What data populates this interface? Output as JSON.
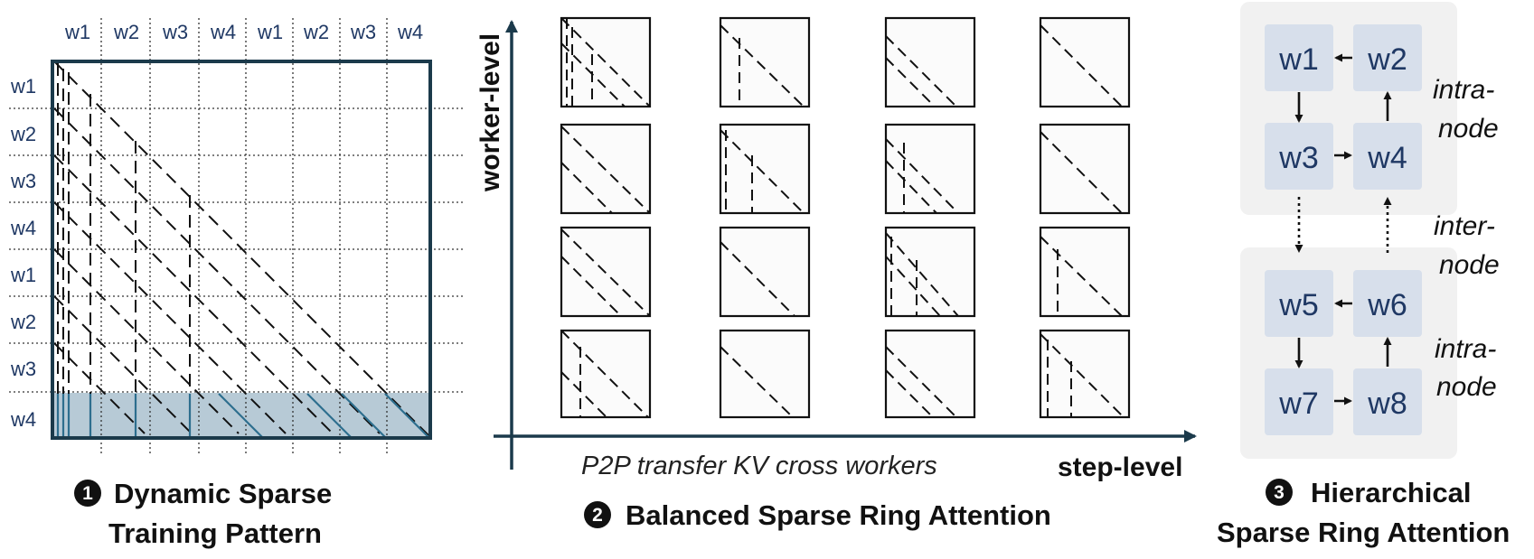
{
  "panel1": {
    "col_labels": [
      "w1",
      "w2",
      "w3",
      "w4",
      "w1",
      "w2",
      "w3",
      "w4"
    ],
    "row_labels": [
      "w1",
      "w2",
      "w3",
      "w4",
      "w1",
      "w2",
      "w3",
      "w4"
    ],
    "caption_num": "1",
    "caption_line1": "Dynamic Sparse",
    "caption_line2": "Training Pattern"
  },
  "panel2": {
    "y_axis_label": "worker-level",
    "x_axis_label": "step-level",
    "x_axis_note": "P2P transfer KV cross workers",
    "caption_num": "2",
    "caption": "Balanced Sparse Ring Attention"
  },
  "panel3": {
    "nodes": [
      "w1",
      "w2",
      "w3",
      "w4",
      "w5",
      "w6",
      "w7",
      "w8"
    ],
    "label_intra_top": [
      "intra-",
      "node"
    ],
    "label_inter": [
      "inter-",
      "node"
    ],
    "label_intra_bottom": [
      "intra-",
      "node"
    ],
    "caption_num": "3",
    "caption_line1": "Hierarchical",
    "caption_line2": "Sparse Ring Attention"
  },
  "colors": {
    "frame": "#1b3a4b",
    "highlight": "#b7cad6",
    "highlight_line": "#2d6e8e",
    "node_box": "#d7dfeb",
    "node_group": "#f1f1f1",
    "label": "#1f3864"
  }
}
